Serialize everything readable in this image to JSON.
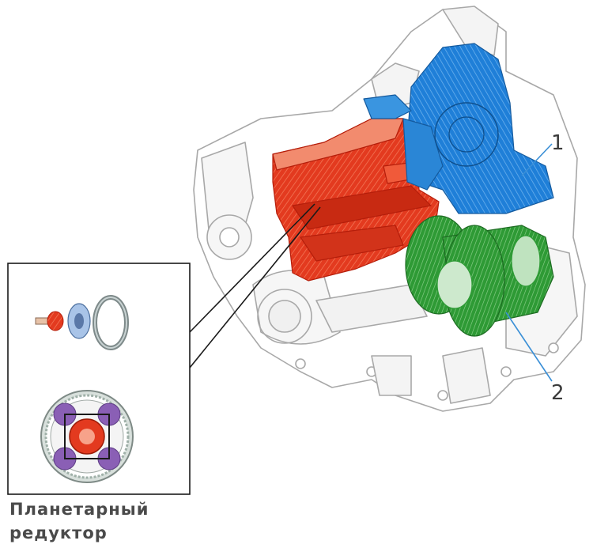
{
  "callouts": [
    {
      "label": "1"
    },
    {
      "label": "2"
    }
  ],
  "caption": {
    "line1": "Планетарный",
    "line2": "редуктор"
  },
  "colors": {
    "clutch_housing": "#e33a1f",
    "torque_converter": "#1f7fd8",
    "differential": "#2e9a35",
    "planet_carrier": "#8a5fb5",
    "sun_gear": "#e33a1f",
    "outline": "#9a9a9a",
    "inset_border": "#1a1a1a"
  },
  "icons": [
    "transmission-cutaway",
    "planetary-gear-set",
    "ring-gear"
  ]
}
